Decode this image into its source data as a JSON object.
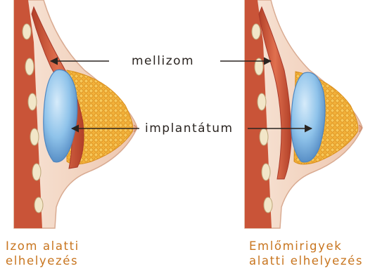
{
  "labels": {
    "muscle": "mellizom",
    "implant": "implantátum"
  },
  "captions": {
    "left": [
      "Izom alatti",
      "elhelyezés"
    ],
    "right": [
      "Emlőmirigyek",
      "alatti elhelyezés"
    ]
  },
  "colors": {
    "skin": "#f4d9c8",
    "skin_edge": "#d9ab92",
    "muscle": "#d45a3c",
    "muscle_dark": "#b24028",
    "gland": "#f2b13a",
    "gland_dark": "#d98d1c",
    "implant": "#8fc3ea",
    "implant_dark": "#4f86c0",
    "rib": "#f2e6c8",
    "rib_edge": "#bda77a",
    "caption": "#c8751f",
    "label": "#2a2420"
  }
}
